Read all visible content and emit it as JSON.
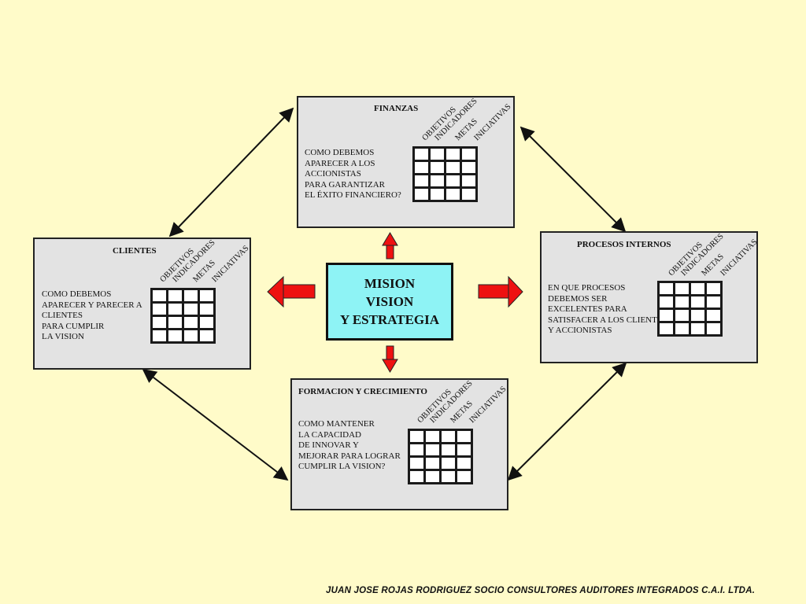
{
  "center": {
    "lines": [
      "MISION",
      "VISION",
      "Y ESTRATEGIA"
    ]
  },
  "columns": [
    "OBJETIVOS",
    "INDICADORES",
    "METAS",
    "INICIATIVAS"
  ],
  "boxes": {
    "finanzas": {
      "title": "FINANZAS",
      "question": [
        "COMO DEBEMOS",
        "APARECER A LOS",
        "ACCIONISTAS",
        "PARA GARANTIZAR",
        "EL ÉXITO FINANCIERO?"
      ]
    },
    "clientes": {
      "title": "CLIENTES",
      "question": [
        "COMO DEBEMOS",
        "APARECER  Y PARECER A",
        "CLIENTES",
        "PARA CUMPLIR",
        "LA VISION"
      ]
    },
    "procesos": {
      "title": "PROCESOS INTERNOS",
      "question": [
        "EN QUE PROCESOS",
        "DEBEMOS SER",
        "EXCELENTES PARA",
        "SATISFACER  A LOS CLIENTES",
        "Y ACCIONISTAS"
      ]
    },
    "formacion": {
      "title": "FORMACION Y CRECIMIENTO",
      "question": [
        "COMO MANTENER",
        "LA CAPACIDAD",
        "DE  INNOVAR  Y",
        "MEJORAR PARA LOGRAR",
        "CUMPLIR  LA VISION?"
      ]
    }
  },
  "footer": "JUAN JOSE ROJAS RODRIGUEZ SOCIO CONSULTORES AUDITORES INTEGRADOS  C.A.I. LTDA.",
  "colors": {
    "background": "#fffbc9",
    "box": "#e3e3e3",
    "center": "#8ef3f5",
    "arrow": "#ee1111"
  }
}
